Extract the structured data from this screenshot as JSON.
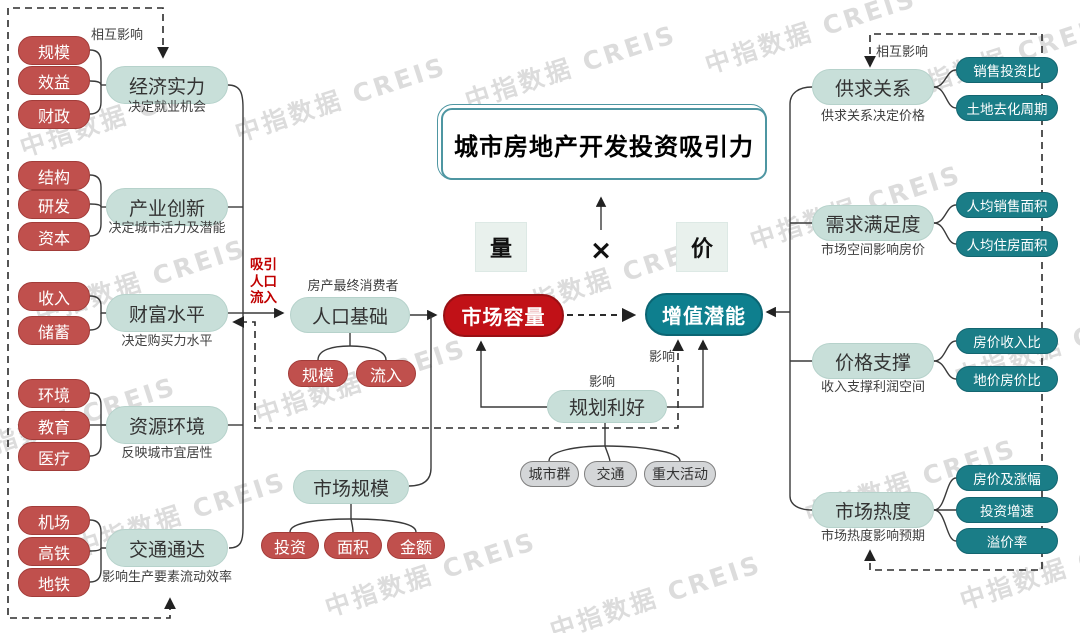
{
  "title": "城市房地产开发投资吸引力",
  "formula": {
    "volume": "量",
    "multiply": "×",
    "price": "价"
  },
  "center": {
    "market_capacity": "市场容量",
    "appreciation_potential": "增值潜能",
    "influence_planning": "影响",
    "influence_dashed": "影响"
  },
  "population": {
    "note": "房产最终消费者",
    "label": "人口基础",
    "attract": "吸引人口流入",
    "children": [
      "规模",
      "流入"
    ]
  },
  "market_scale": {
    "label": "市场规模",
    "children": [
      "投资",
      "面积",
      "金额"
    ]
  },
  "planning": {
    "label": "规划利好",
    "children": [
      "城市群",
      "交通",
      "重大活动"
    ]
  },
  "left_panel": {
    "mutual_influence": "相互影响",
    "groups": [
      {
        "name": "经济实力",
        "note": "决定就业机会",
        "items": [
          "规模",
          "效益",
          "财政"
        ]
      },
      {
        "name": "产业创新",
        "note": "决定城市活力及潜能",
        "items": [
          "结构",
          "研发",
          "资本"
        ]
      },
      {
        "name": "财富水平",
        "note": "决定购买力水平",
        "items": [
          "收入",
          "储蓄"
        ]
      },
      {
        "name": "资源环境",
        "note": "反映城市宜居性",
        "items": [
          "环境",
          "教育",
          "医疗"
        ]
      },
      {
        "name": "交通通达",
        "note": "影响生产要素流动效率",
        "items": [
          "机场",
          "高铁",
          "地铁"
        ]
      }
    ]
  },
  "right_panel": {
    "mutual_influence": "相互影响",
    "groups": [
      {
        "name": "供求关系",
        "note": "供求关系决定价格",
        "items": [
          "销售投资比",
          "土地去化周期"
        ]
      },
      {
        "name": "需求满足度",
        "note": "市场空间影响房价",
        "items": [
          "人均销售面积",
          "人均住房面积"
        ]
      },
      {
        "name": "价格支撑",
        "note": "收入支撑利润空间",
        "items": [
          "房价收入比",
          "地价房价比"
        ]
      },
      {
        "name": "市场热度",
        "note": "市场热度影响预期",
        "items": [
          "房价及涨幅",
          "投资增速",
          "溢价率"
        ]
      }
    ]
  },
  "watermark": "中指数据 CREIS",
  "colors": {
    "red_pill": "#c0504d",
    "light_teal": "#c8dfd9",
    "dark_teal": "#1a7d87",
    "capacity_red": "#c11117",
    "potential_teal": "#0e7f8e",
    "gray_pill": "#d4d6d8",
    "accent_border": "#4e96a2",
    "attract_red": "#c00000"
  }
}
